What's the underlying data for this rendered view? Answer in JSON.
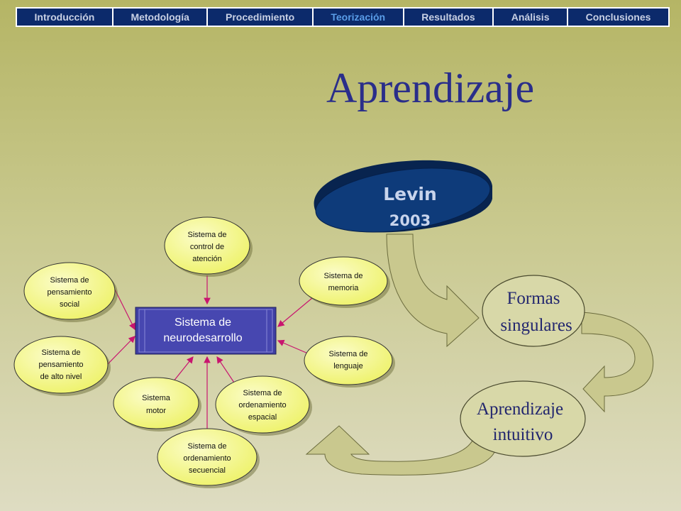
{
  "nav": {
    "items": [
      "Introducción",
      "Metodología",
      "Procedimiento",
      "Teorización",
      "Resultados",
      "Análisis",
      "Conclusiones"
    ],
    "active_index": 3
  },
  "title": "Aprendizaje",
  "author": {
    "name": "Levin",
    "year": "2003"
  },
  "center_box": {
    "line1": "Sistema de",
    "line2": "neurodesarrollo"
  },
  "nodes": [
    [
      "Sistema de",
      "control de",
      "atención"
    ],
    [
      "Sistema de",
      "pensamiento",
      "social"
    ],
    [
      "Sistema de",
      "memoria"
    ],
    [
      "Sistema de",
      "pensamiento",
      "de alto nivel"
    ],
    [
      "Sistema de",
      "lenguaje"
    ],
    [
      "Sistema",
      "motor"
    ],
    [
      "Sistema de",
      "ordenamiento",
      "espacial"
    ],
    [
      "Sistema de",
      "ordenamiento",
      "secuencial"
    ]
  ],
  "cycle": {
    "formas": [
      "Formas",
      "singulares"
    ],
    "intuitivo": [
      "Aprendizaje",
      "intuitivo"
    ]
  },
  "colors": {
    "nav_bg": "#0c2a6b",
    "nav_active": "#5a9de8",
    "oval_fill": "#f2f58a",
    "center_box": "#4444aa",
    "levin_oval": "#0e3b7a",
    "arrow_fill": "#c8c78a"
  }
}
